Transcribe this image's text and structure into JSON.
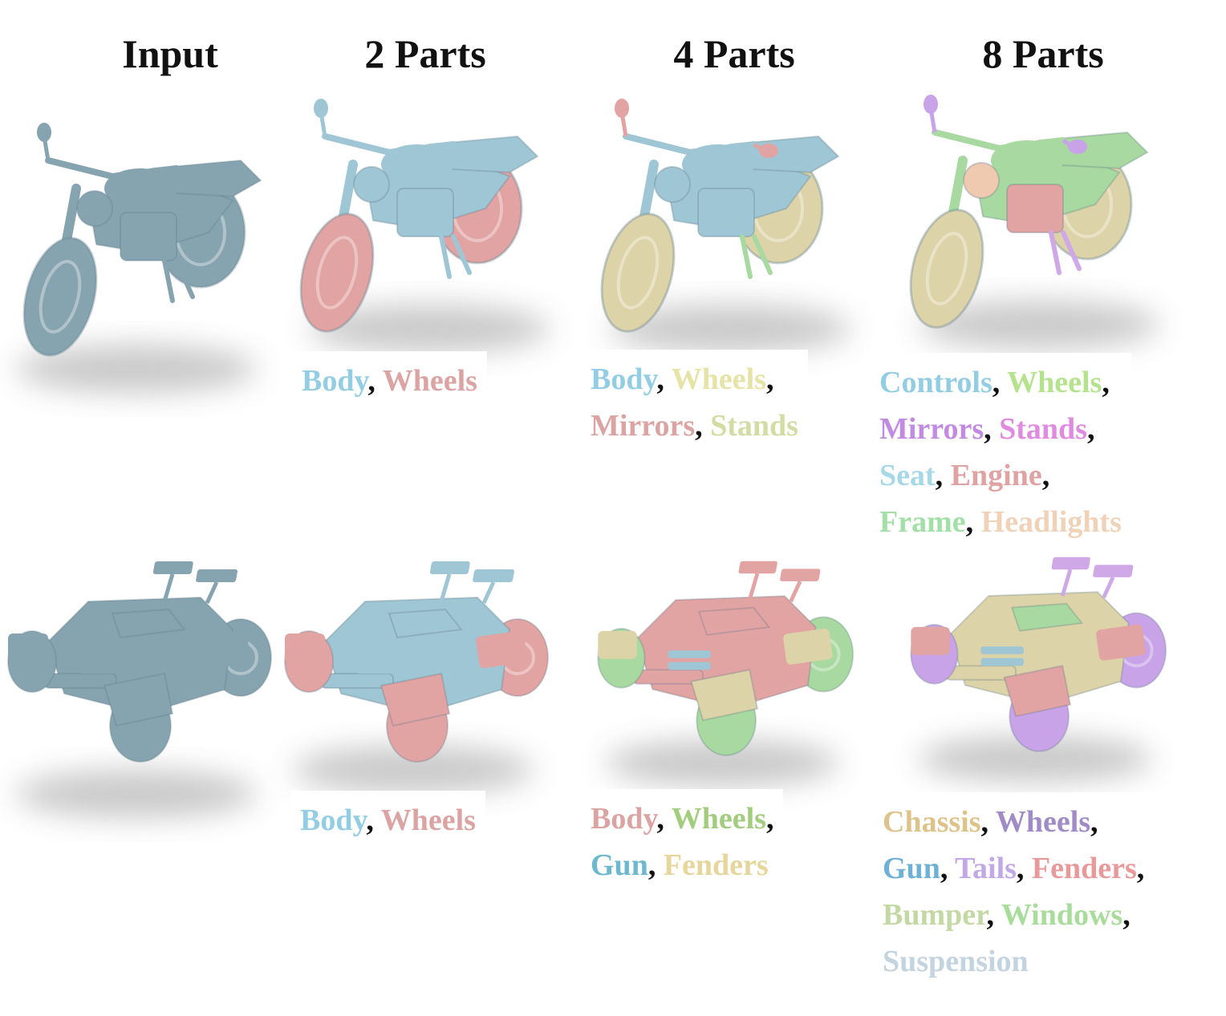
{
  "headers": [
    "Input",
    "2 Parts",
    "4 Parts",
    "8 Parts"
  ],
  "colors": {
    "input": "#86a4b0",
    "blue": "#9fc6d4",
    "pink": "#e2a3a3",
    "sand": "#ddd3a8",
    "green": "#a7d9a0",
    "purple": "#c8a3e8",
    "peach": "#efc9b0",
    "lilac": "#cfa8e8"
  },
  "rows": [
    {
      "name": "motorcycle",
      "labels": [
        [],
        [
          [
            {
              "text": "Body",
              "color": "#93cde3"
            },
            {
              "text": "Wheels",
              "color": "#dca3a3"
            }
          ]
        ],
        [
          [
            {
              "text": "Body",
              "color": "#93cde3"
            },
            {
              "text": "Wheels",
              "color": "#e6e3a6"
            }
          ],
          [
            {
              "text": "Mirrors",
              "color": "#dca3a3"
            },
            {
              "text": "Stands",
              "color": "#d3dca3"
            }
          ]
        ],
        [
          [
            {
              "text": "Controls",
              "color": "#93cde3"
            },
            {
              "text": "Wheels",
              "color": "#b5e38d"
            }
          ],
          [
            {
              "text": "Mirrors",
              "color": "#c08be0"
            },
            {
              "text": "Stands",
              "color": "#e08be0"
            }
          ],
          [
            {
              "text": "Seat",
              "color": "#a7d8e8"
            },
            {
              "text": "Engine",
              "color": "#e0a3a3"
            }
          ],
          [
            {
              "text": "Frame",
              "color": "#a3e0a8"
            },
            {
              "text": "Headlights",
              "color": "#f0d2b8"
            }
          ]
        ]
      ]
    },
    {
      "name": "buggy",
      "labels": [
        [],
        [
          [
            {
              "text": "Body",
              "color": "#93cde3"
            },
            {
              "text": "Wheels",
              "color": "#dca3a3"
            }
          ]
        ],
        [
          [
            {
              "text": "Body",
              "color": "#dca3a3"
            },
            {
              "text": "Wheels",
              "color": "#a3cc7f"
            }
          ],
          [
            {
              "text": "Gun",
              "color": "#6eb8cf"
            },
            {
              "text": "Fenders",
              "color": "#e6d69b"
            }
          ]
        ],
        [
          [
            {
              "text": "Chassis",
              "color": "#ddc38a"
            },
            {
              "text": "Wheels",
              "color": "#a08bc6"
            }
          ],
          [
            {
              "text": "Gun",
              "color": "#6eb0d6"
            },
            {
              "text": "Tails",
              "color": "#c3a8e8"
            },
            {
              "text": "Fenders",
              "color": "#e89a9a"
            }
          ],
          [
            {
              "text": "Bumper",
              "color": "#c4d8a3"
            },
            {
              "text": "Windows",
              "color": "#a8dc9a"
            }
          ],
          [
            {
              "text": "Suspension",
              "color": "#c3d3df"
            }
          ]
        ]
      ]
    }
  ]
}
